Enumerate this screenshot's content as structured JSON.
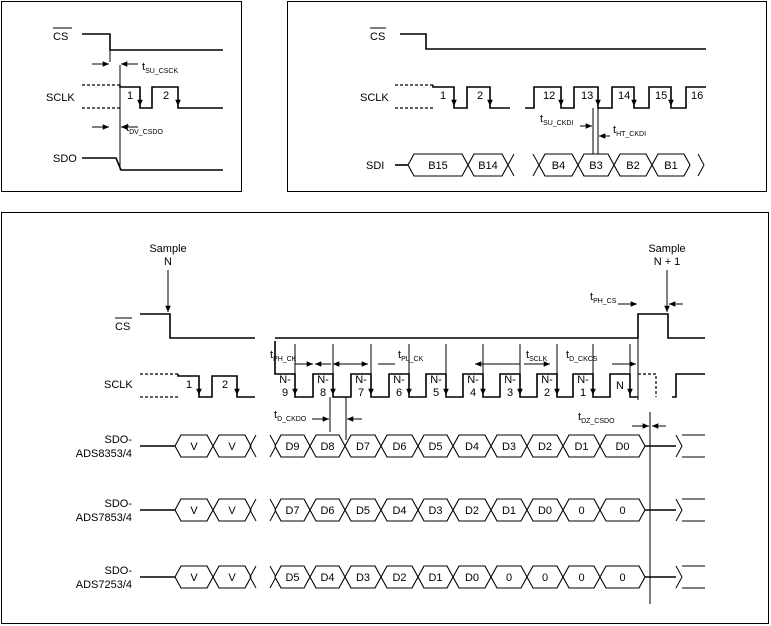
{
  "panel1": {
    "signals": {
      "cs": "CS",
      "sclk": "SCLK",
      "sdo": "SDO"
    },
    "clock_numbers": [
      "1",
      "2"
    ],
    "timing": {
      "t_su_csck": {
        "base": "t",
        "sub": "SU_CSCK"
      },
      "t_dv_csdo": {
        "base": "t",
        "sub": "DV_CSDO"
      }
    }
  },
  "panel2": {
    "signals": {
      "cs": "CS",
      "sclk": "SCLK",
      "sdi": "SDI"
    },
    "clock_numbers": [
      "1",
      "2",
      "12",
      "13",
      "14",
      "15",
      "16"
    ],
    "sdi_bits": [
      "B15",
      "B14",
      "B4",
      "B3",
      "B2",
      "B1"
    ],
    "timing": {
      "t_su_ckdi": {
        "base": "t",
        "sub": "SU_CKDI"
      },
      "t_ht_ckdi": {
        "base": "t",
        "sub": "HT_CKDI"
      }
    }
  },
  "panel3": {
    "sample_n": {
      "line1": "Sample",
      "line2": "N"
    },
    "sample_n1": {
      "line1": "Sample",
      "line2": "N + 1"
    },
    "signals": {
      "cs": "CS",
      "sclk": "SCLK"
    },
    "clock_numbers_start": [
      "1",
      "2"
    ],
    "clock_numbers_end": [
      {
        "l1": "N-",
        "l2": "9"
      },
      {
        "l1": "N-",
        "l2": "8"
      },
      {
        "l1": "N-",
        "l2": "7"
      },
      {
        "l1": "N-",
        "l2": "6"
      },
      {
        "l1": "N-",
        "l2": "5"
      },
      {
        "l1": "N-",
        "l2": "4"
      },
      {
        "l1": "N-",
        "l2": "3"
      },
      {
        "l1": "N-",
        "l2": "2"
      },
      {
        "l1": "N-",
        "l2": "1"
      },
      {
        "l1": "N",
        "l2": ""
      }
    ],
    "timing": {
      "t_ph_cs": {
        "base": "t",
        "sub": "PH_CS"
      },
      "t_ph_ck": {
        "base": "t",
        "sub": "PH_CK"
      },
      "t_pl_ck": {
        "base": "t",
        "sub": "PL_CK"
      },
      "t_sclk": {
        "base": "t",
        "sub": "SCLK"
      },
      "t_d_ckcs": {
        "base": "t",
        "sub": "D_CKCS"
      },
      "t_d_ckdo": {
        "base": "t",
        "sub": "D_CKDO"
      },
      "t_dz_csdo": {
        "base": "t",
        "sub": "DZ_CSDO"
      }
    },
    "rows": [
      {
        "name1": "SDO-",
        "name2": "ADS8353/4",
        "lead": [
          "V",
          "V"
        ],
        "bits": [
          "D9",
          "D8",
          "D7",
          "D6",
          "D5",
          "D4",
          "D3",
          "D2",
          "D1",
          "D0"
        ]
      },
      {
        "name1": "SDO-",
        "name2": "ADS7853/4",
        "lead": [
          "V",
          "V"
        ],
        "bits": [
          "D7",
          "D6",
          "D5",
          "D4",
          "D3",
          "D2",
          "D1",
          "D0",
          "0",
          "0"
        ]
      },
      {
        "name1": "SDO-",
        "name2": "ADS7253/4",
        "lead": [
          "V",
          "V"
        ],
        "bits": [
          "D5",
          "D4",
          "D3",
          "D2",
          "D1",
          "D0",
          "0",
          "0",
          "0",
          "0"
        ]
      }
    ]
  }
}
